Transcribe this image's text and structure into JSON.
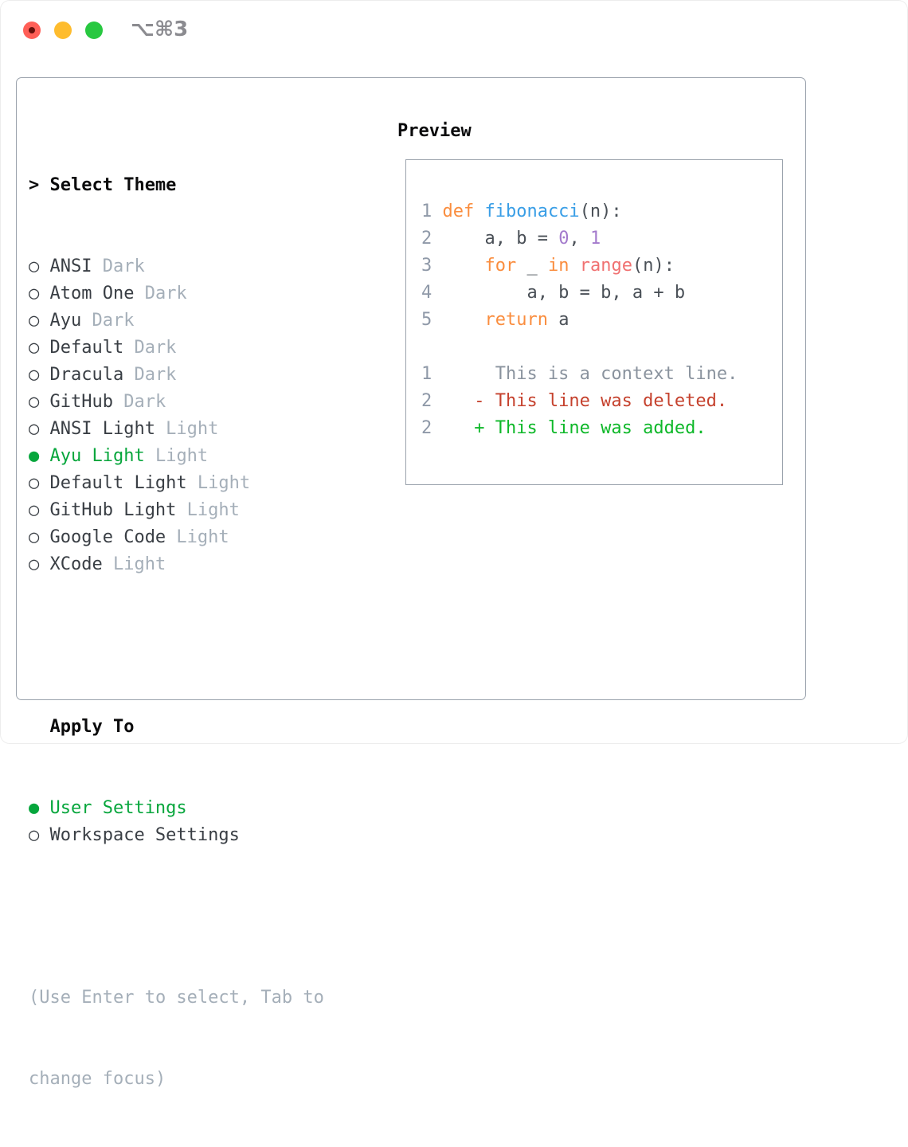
{
  "window": {
    "title": "⌥⌘3",
    "traffic_lights": [
      "close",
      "minimize",
      "zoom"
    ]
  },
  "theme_menu": {
    "cursor": ">",
    "header": "Select Theme",
    "radio_unselected": "○",
    "radio_selected": "●",
    "items": [
      {
        "label": "ANSI",
        "tag": "Dark",
        "selected": false
      },
      {
        "label": "Atom One",
        "tag": "Dark",
        "selected": false
      },
      {
        "label": "Ayu",
        "tag": "Dark",
        "selected": false
      },
      {
        "label": "Default",
        "tag": "Dark",
        "selected": false
      },
      {
        "label": "Dracula",
        "tag": "Dark",
        "selected": false
      },
      {
        "label": "GitHub",
        "tag": "Dark",
        "selected": false
      },
      {
        "label": "ANSI Light",
        "tag": "Light",
        "selected": false
      },
      {
        "label": "Ayu Light",
        "tag": "Light",
        "selected": true
      },
      {
        "label": "Default Light",
        "tag": "Light",
        "selected": false
      },
      {
        "label": "GitHub Light",
        "tag": "Light",
        "selected": false
      },
      {
        "label": "Google Code",
        "tag": "Light",
        "selected": false
      },
      {
        "label": "XCode",
        "tag": "Light",
        "selected": false
      }
    ]
  },
  "apply_to": {
    "header": "Apply To",
    "options": [
      {
        "label": "User Settings",
        "selected": true
      },
      {
        "label": "Workspace Settings",
        "selected": false
      }
    ]
  },
  "hint_lines": [
    "(Use Enter to select, Tab to",
    "change focus)"
  ],
  "preview": {
    "header": "Preview",
    "code_lines": [
      {
        "num": "1",
        "tokens": [
          {
            "t": "def ",
            "c": "keyword"
          },
          {
            "t": "fibonacci",
            "c": "function"
          },
          {
            "t": "(n):",
            "c": "fg"
          }
        ]
      },
      {
        "num": "2",
        "tokens": [
          {
            "t": "    a, b = ",
            "c": "fg"
          },
          {
            "t": "0",
            "c": "number"
          },
          {
            "t": ", ",
            "c": "fg"
          },
          {
            "t": "1",
            "c": "number"
          }
        ]
      },
      {
        "num": "3",
        "tokens": [
          {
            "t": "    ",
            "c": "fg"
          },
          {
            "t": "for",
            "c": "keyword"
          },
          {
            "t": " _ ",
            "c": "fg"
          },
          {
            "t": "in",
            "c": "keyword"
          },
          {
            "t": " ",
            "c": "fg"
          },
          {
            "t": "range",
            "c": "builtin"
          },
          {
            "t": "(n):",
            "c": "fg"
          }
        ]
      },
      {
        "num": "4",
        "tokens": [
          {
            "t": "        a, b = b, a + b",
            "c": "fg"
          }
        ]
      },
      {
        "num": "5",
        "tokens": [
          {
            "t": "    ",
            "c": "fg"
          },
          {
            "t": "return",
            "c": "keyword"
          },
          {
            "t": " a",
            "c": "fg"
          }
        ]
      },
      {
        "num": "",
        "tokens": []
      },
      {
        "num": "1",
        "tokens": [
          {
            "t": "     This is a context line.",
            "c": "context"
          }
        ]
      },
      {
        "num": "2",
        "tokens": [
          {
            "t": "   - This line was deleted.",
            "c": "deleted"
          }
        ]
      },
      {
        "num": "2",
        "tokens": [
          {
            "t": "   + This line was added.",
            "c": "added"
          }
        ]
      }
    ]
  },
  "colors": {
    "keyword": "#fa8d3e",
    "function": "#399ee6",
    "number": "#a37acc",
    "builtin": "#f07171",
    "fg": "#4a5057",
    "context": "#8a939e",
    "deleted": "#c5412d",
    "added": "#0eb829",
    "selected_green": "#06a63c",
    "muted": "#a5afb9",
    "lineno": "#8f99a8",
    "name": "#393e44",
    "traffic_red": "#ff5f57",
    "traffic_yellow": "#febc2e",
    "traffic_green": "#28c840"
  }
}
